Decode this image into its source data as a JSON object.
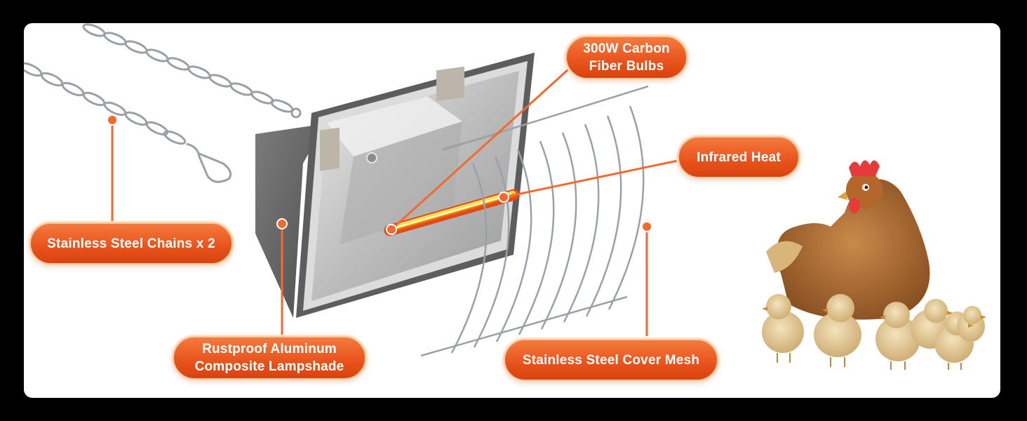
{
  "labels": {
    "bulbs": {
      "line1": "300W Carbon",
      "line2": "Fiber Bulbs"
    },
    "infrared": "Infrared Heat",
    "chains": "Stainless Steel Chains x 2",
    "lampshade": {
      "line1": "Rustproof Aluminum",
      "line2": "Composite Lampshade"
    },
    "mesh": "Stainless Steel Cover Mesh"
  },
  "colors": {
    "accent": "#e8531c",
    "callout_line": "#f26a2e",
    "housing": "#6e6e6e",
    "reflector": "#c9c9c9",
    "bulb_glow": "#ffb300"
  },
  "icons": {
    "hen": "hen-with-chicks-illustration",
    "lamp": "heat-lamp-illustration"
  }
}
